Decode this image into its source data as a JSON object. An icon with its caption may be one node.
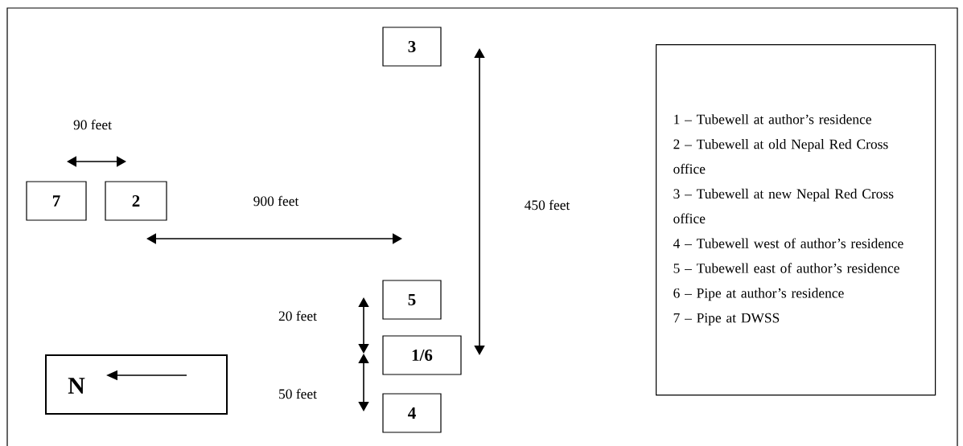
{
  "diagram": {
    "nodes": [
      {
        "text": [
          "3"
        ]
      },
      {
        "text": [
          "1 – Tubewell at author’s residence",
          "2 – Tubewell at old Nepal Red Cross office",
          "3 – Tubewell at new Nepal Red Cross office",
          "4 – Tubewell west of author’s residence",
          "5 – Tubewell east of author’s residence",
          "6 – Pipe at author’s residence",
          "7 – Pipe at DWSS"
        ]
      },
      {
        "text": [
          "7"
        ]
      },
      {
        "text": [
          "2"
        ]
      },
      {
        "text": [
          "5"
        ]
      },
      {
        "text": [
          "1/6"
        ]
      },
      {
        "text": [
          "N"
        ]
      },
      {
        "text": [
          "4"
        ]
      }
    ],
    "labels": [
      "90 feet",
      "900 feet",
      "450 feet",
      "20 feet",
      "50 feet"
    ]
  }
}
